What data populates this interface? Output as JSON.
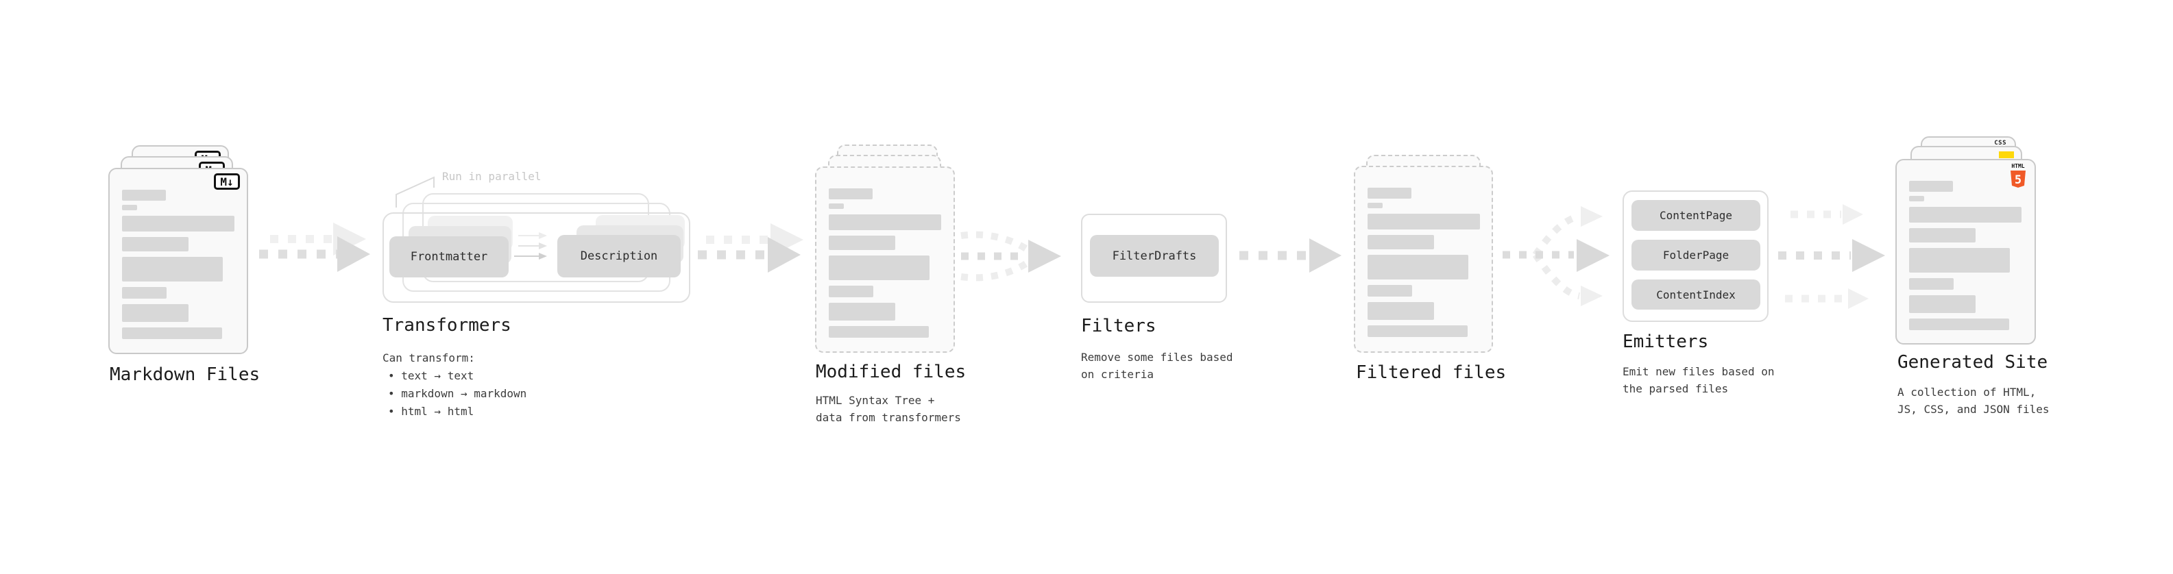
{
  "diagram": {
    "nodes": {
      "markdown": {
        "label": "Markdown Files",
        "badge": "M↓"
      },
      "transformers": {
        "label": "Transformers",
        "annotation": "Run in parallel",
        "from_button": "Frontmatter",
        "to_button": "Description",
        "desc_heading": "Can transform:",
        "bullets": [
          "• text → text",
          "• markdown → markdown",
          "• html → html"
        ]
      },
      "modified": {
        "label": "Modified files",
        "desc": "HTML Syntax Tree +\ndata from transformers"
      },
      "filters": {
        "label": "Filters",
        "button": "FilterDrafts",
        "desc": "Remove some files based\non criteria"
      },
      "filtered": {
        "label": "Filtered files"
      },
      "emitters": {
        "label": "Emitters",
        "buttons": [
          "ContentPage",
          "FolderPage",
          "ContentIndex"
        ],
        "desc": "Emit new files based on\nthe parsed files"
      },
      "generated": {
        "label": "Generated Site",
        "desc": "A collection of HTML,\nJS, CSS, and JSON files",
        "badges": {
          "css": "CSS",
          "html_word": "HTML",
          "html_five": "5"
        }
      }
    },
    "colors": {
      "html5_orange": "#f05a28",
      "css_blue": "#2760e8",
      "js_yellow": "#fed80a",
      "markdown_black": "#111111",
      "placeholder_gray": "#d8d8d8",
      "arrow_gray": "#dedede"
    }
  }
}
